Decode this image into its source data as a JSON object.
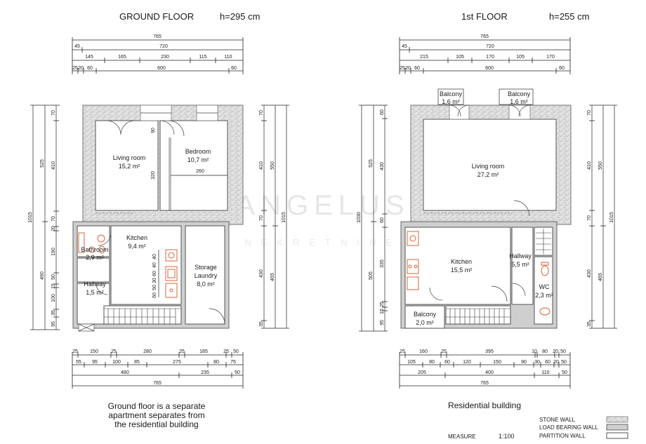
{
  "ground": {
    "title": "GROUND FLOOR",
    "height": "h=295 cm",
    "caption": [
      "Ground floor is a separate",
      "apartment separates from",
      "the residential building"
    ],
    "top_dims": [
      [
        "765"
      ],
      [
        "45",
        "720"
      ],
      [
        "145",
        "165",
        "230",
        "115",
        "110"
      ],
      [
        "25",
        "20",
        "60",
        "600",
        "60"
      ]
    ],
    "bottom_dims": [
      [
        "25",
        "150",
        "25",
        "280",
        "25",
        "185",
        "25",
        "50"
      ],
      [
        "55",
        "95",
        "100",
        "85",
        "275",
        "80",
        "75"
      ],
      [
        "480",
        "235",
        "50"
      ],
      [
        "765"
      ]
    ],
    "left_dims": [
      [
        "1015"
      ],
      [
        "525",
        "490"
      ],
      [
        "70",
        "410",
        "70",
        "20",
        "190",
        "50",
        "15",
        "100",
        "35",
        "95"
      ]
    ],
    "right_dims": [
      [
        "70",
        "410",
        "70",
        "430",
        "35"
      ],
      [
        "550",
        "465"
      ],
      [
        "1015"
      ]
    ],
    "inner_dims": [
      "90",
      "320",
      "260",
      "40",
      "40",
      "60",
      "30",
      "50",
      "60"
    ],
    "rooms": [
      {
        "name": "Living room",
        "area": "15,2 m²"
      },
      {
        "name": "Bedroom",
        "area": "10,7 m²"
      },
      {
        "name": "Kitchen",
        "area": "9,4 m²"
      },
      {
        "name": "Bathroom",
        "area": "2,9 m²"
      },
      {
        "name": "Hallway",
        "area": "1,5 m²"
      },
      {
        "name": "Storage",
        "area": "Laundry"
      },
      {
        "name": "",
        "area": "8,0 m²"
      }
    ]
  },
  "first": {
    "title": "1st FLOOR",
    "height": "h=255 cm",
    "caption": [
      "Residential building"
    ],
    "top_dims": [
      [
        "765"
      ],
      [
        "45",
        "720"
      ],
      [
        "215",
        "105",
        "170",
        "105",
        "170"
      ],
      [
        "25",
        "20",
        "60",
        "600",
        "60"
      ]
    ],
    "bottom_dims": [
      [
        "25",
        "160",
        "25",
        "395",
        "10",
        "80",
        "20",
        "50"
      ],
      [
        "105",
        "80",
        "60",
        "120",
        "150",
        "90",
        "30",
        "60",
        "20",
        "50"
      ],
      [
        "205",
        "400",
        "110",
        "50"
      ],
      [
        "765"
      ]
    ],
    "left_dims": [
      [
        "1030"
      ],
      [
        "525",
        "505"
      ],
      [
        "60",
        "430",
        "60",
        "335",
        "25",
        "15",
        "95"
      ]
    ],
    "right_dims": [
      [
        "70",
        "410",
        "70",
        "430",
        "35"
      ],
      [
        "550",
        "465"
      ],
      [
        "1015"
      ]
    ],
    "rooms": [
      {
        "name": "Balcony",
        "area": "1,6 m²"
      },
      {
        "name": "Balcony",
        "area": "1,6 m²"
      },
      {
        "name": "Living room",
        "area": "27,2 m²"
      },
      {
        "name": "Kitchen",
        "area": "15,5 m²"
      },
      {
        "name": "Hallway",
        "area": "5,5 m²"
      },
      {
        "name": "WC",
        "area": "2,3 m²"
      },
      {
        "name": "Balcony",
        "area": "2,0 m²"
      }
    ]
  },
  "watermark": {
    "brand": "ANGELUS",
    "sub": "NEKRETNINE"
  },
  "legend": {
    "items": [
      "STONE WALL",
      "LOAD BEARING WALL",
      "PARTITION WALL"
    ],
    "measure_label": "MEASURE",
    "scale": "1:100"
  }
}
